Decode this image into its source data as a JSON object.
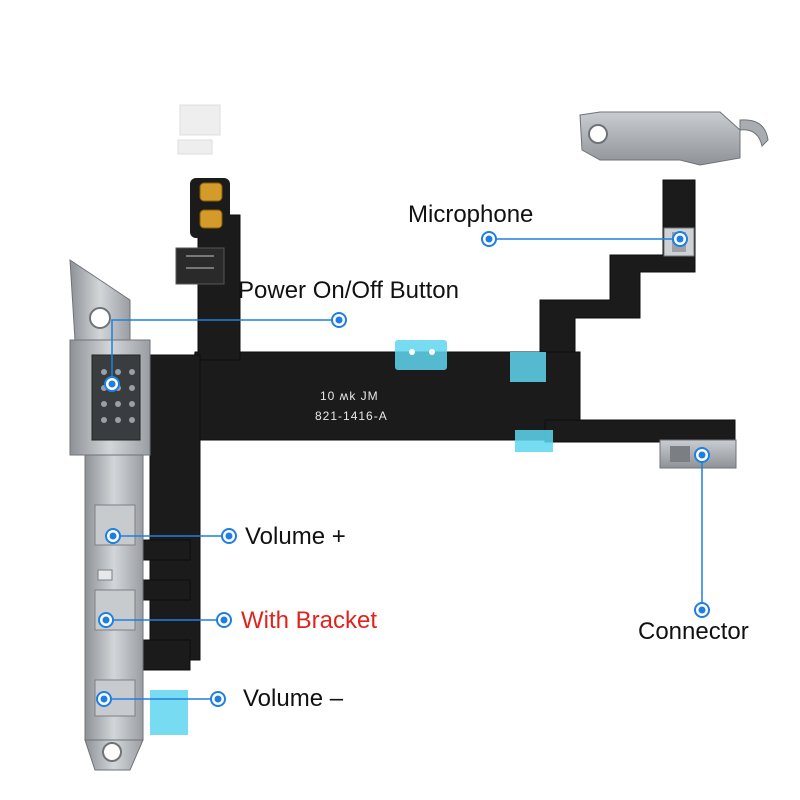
{
  "labels": {
    "microphone": "Microphone",
    "power": "Power On/Off Button",
    "volume_up": "Volume +",
    "bracket": "With Bracket",
    "volume_down": "Volume –",
    "connector": "Connector"
  },
  "pcb": {
    "line1": "10 ʍk JM",
    "line2": "821-1416-A"
  },
  "colors": {
    "label_text": "#111111",
    "highlight_text": "#e1231e",
    "callout_line": "#1f7fe0",
    "flex_cable": "#1b1b1b",
    "bracket_metal": "#b9bcc0",
    "stiffener_tape": "#5fd6ef",
    "gold_pad": "#d49a2a"
  }
}
